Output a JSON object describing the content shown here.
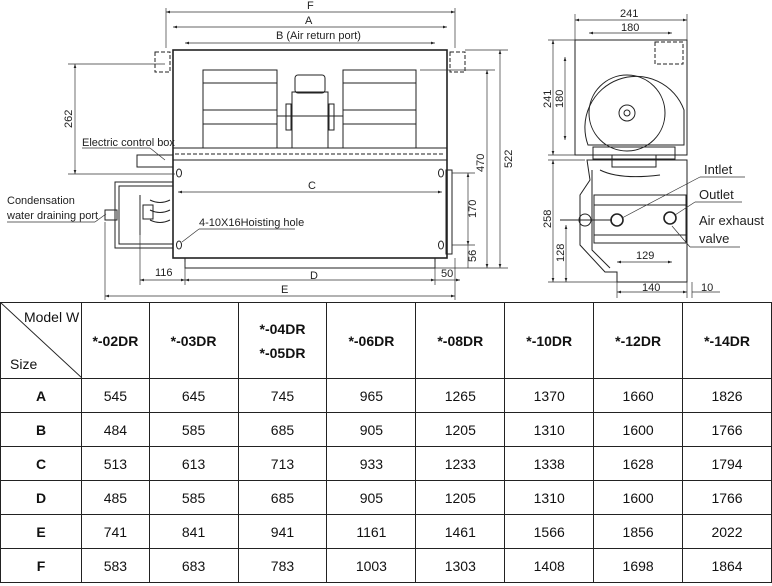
{
  "drawing": {
    "front_view": {
      "dim_F": "F",
      "dim_A": "A",
      "dim_B": "B (Air return port)",
      "dim_262": "262",
      "electric_control_box": "Electric control box",
      "condensation_line1": "Condensation",
      "condensation_line2": "water draining port",
      "dim_C": "C",
      "hoisting_hole": "4-10X16Hoisting hole",
      "dim_470": "470",
      "dim_522": "522",
      "dim_170": "170",
      "dim_56": "56",
      "dim_116": "116",
      "dim_D": "D",
      "dim_50": "50",
      "dim_E": "E"
    },
    "side_view": {
      "dim_241_top": "241",
      "dim_180_top": "180",
      "dim_241_side": "241",
      "dim_180_side": "180",
      "dim_258": "258",
      "dim_128": "128",
      "dim_129": "129",
      "dim_140": "140",
      "dim_10": "10",
      "intlet": "Intlet",
      "outlet": "Outlet",
      "air_exhaust_line1": "Air exhaust",
      "air_exhaust_line2": "valve"
    }
  },
  "table": {
    "corner_top": "Model W",
    "corner_bottom": "Size",
    "columns": [
      {
        "line1": "*-02DR"
      },
      {
        "line1": "*-03DR"
      },
      {
        "line1": "*-04DR",
        "line2": "*-05DR"
      },
      {
        "line1": "*-06DR"
      },
      {
        "line1": "*-08DR"
      },
      {
        "line1": "*-10DR"
      },
      {
        "line1": "*-12DR"
      },
      {
        "line1": "*-14DR"
      }
    ],
    "rows": [
      {
        "label": "A",
        "values": [
          "545",
          "645",
          "745",
          "965",
          "1265",
          "1370",
          "1660",
          "1826"
        ]
      },
      {
        "label": "B",
        "values": [
          "484",
          "585",
          "685",
          "905",
          "1205",
          "1310",
          "1600",
          "1766"
        ]
      },
      {
        "label": "C",
        "values": [
          "513",
          "613",
          "713",
          "933",
          "1233",
          "1338",
          "1628",
          "1794"
        ]
      },
      {
        "label": "D",
        "values": [
          "485",
          "585",
          "685",
          "905",
          "1205",
          "1310",
          "1600",
          "1766"
        ]
      },
      {
        "label": "E",
        "values": [
          "741",
          "841",
          "941",
          "1161",
          "1461",
          "1566",
          "1856",
          "2022"
        ]
      },
      {
        "label": "F",
        "values": [
          "583",
          "683",
          "783",
          "1003",
          "1303",
          "1408",
          "1698",
          "1864"
        ]
      }
    ]
  }
}
